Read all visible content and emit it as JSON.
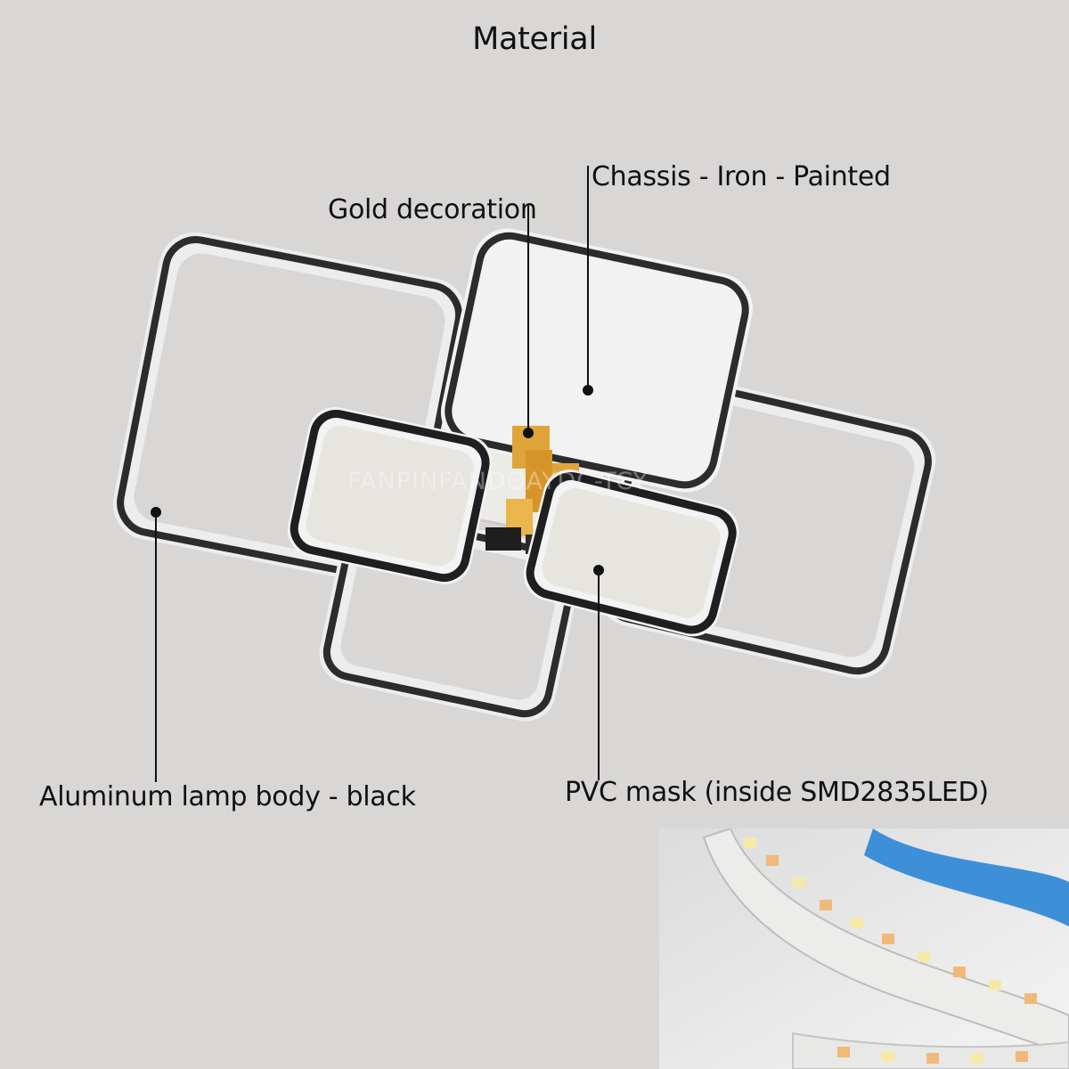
{
  "title": "Material",
  "callouts": {
    "gold": "Gold decoration",
    "chassis": "Chassis - Iron - Painted",
    "aluminum": "Aluminum lamp body - black",
    "pvc": "PVC mask (inside SMD2835LED)"
  },
  "watermark": "FANPINFANDOAYDC-TCY",
  "colors": {
    "background": "#d9d7d5",
    "frame_dark": "#2c2c2e",
    "frame_light": "#f4f4f4",
    "gold": "#e0a53a",
    "strip_blue": "#3d8fd8"
  }
}
